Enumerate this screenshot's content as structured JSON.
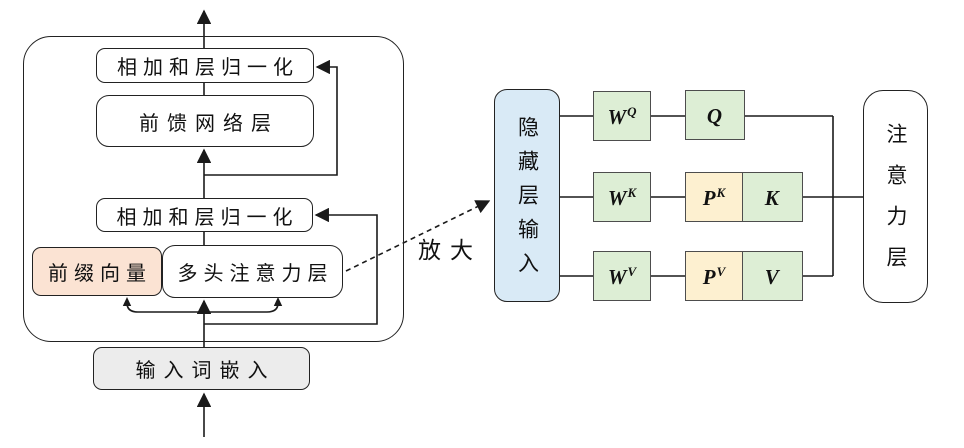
{
  "diagram": {
    "left_block": {
      "add_norm_top": "相加和层归一化",
      "ffn": "前馈网络层",
      "add_norm_mid": "相加和层归一化",
      "prefix_vector": "前缀向量",
      "multi_head_attention": "多头注意力层",
      "input_embedding": "输入词嵌入"
    },
    "zoom_label": "放大",
    "right_block": {
      "hidden_input": "隐藏层输入",
      "attention_layer": "注意力层",
      "wq": {
        "base": "W",
        "sup": "Q"
      },
      "q": {
        "base": "Q",
        "sup": ""
      },
      "wk": {
        "base": "W",
        "sup": "K"
      },
      "pk": {
        "base": "P",
        "sup": "K"
      },
      "k": {
        "base": "K",
        "sup": ""
      },
      "wv": {
        "base": "W",
        "sup": "V"
      },
      "pv": {
        "base": "P",
        "sup": "V"
      },
      "v": {
        "base": "V",
        "sup": ""
      }
    },
    "colors": {
      "prefix_fill": "#fbe3d3",
      "amber_fill": "#fdf0d0",
      "green_fill": "#ddeed5",
      "blue_fill": "#d9eaf6",
      "gray_fill": "#ececec",
      "line": "#1a1a1a"
    }
  }
}
